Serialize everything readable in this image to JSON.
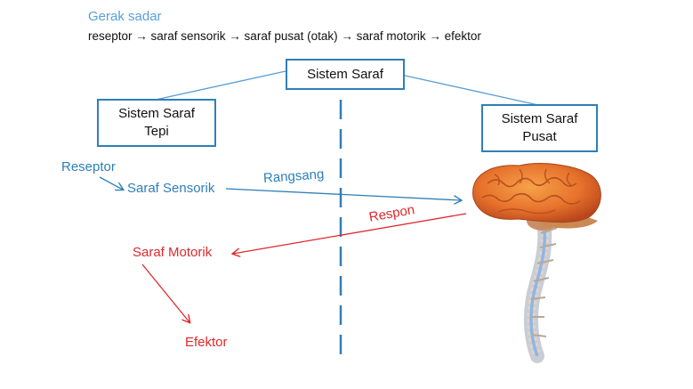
{
  "header": {
    "title": "Gerak sadar",
    "flow": "reseptor → saraf sensorik → saraf pusat (otak) → saraf motorik → efektor"
  },
  "boxes": {
    "root": "Sistem Saraf",
    "tepi_line1": "Sistem Saraf",
    "tepi_line2": "Tepi",
    "pusat_line1": "Sistem Saraf",
    "pusat_line2": "Pusat"
  },
  "labels": {
    "reseptor": "Reseptor",
    "saraf_sensorik": "Saraf Sensorik",
    "rangsang": "Rangsang",
    "respon": "Respon",
    "saraf_motorik": "Saraf Motorik",
    "efektor": "Efektor"
  },
  "colors": {
    "blue": "#2f7fb8",
    "red": "#e0282c",
    "title": "#5aa0d8"
  }
}
